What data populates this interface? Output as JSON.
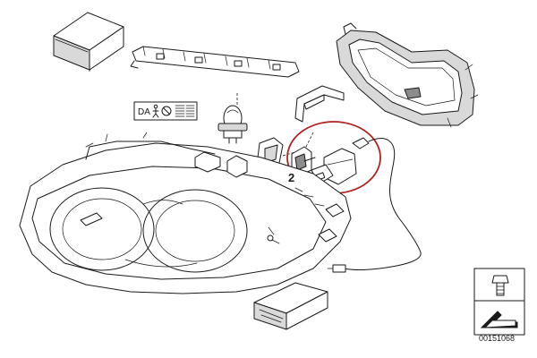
{
  "callout": {
    "part_number": "2",
    "highlight_color": "#b22222"
  },
  "symbols": {
    "label": "DA"
  },
  "footer": {
    "diagram_id": "00151068"
  }
}
